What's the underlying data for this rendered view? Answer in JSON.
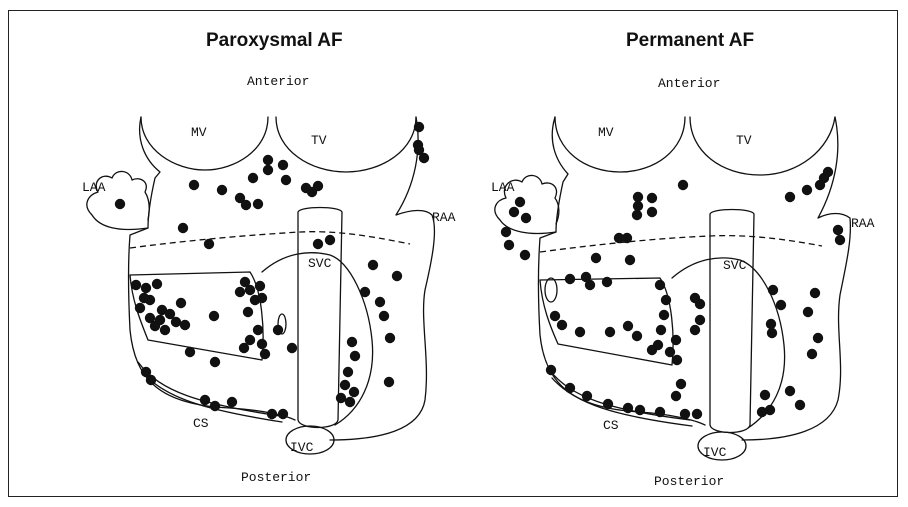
{
  "figure": {
    "panels": [
      {
        "title": "Paroxysmal AF",
        "labels": {
          "anterior": "Anterior",
          "posterior": "Posterior",
          "mv": "MV",
          "tv": "TV",
          "laa": "LAA",
          "raa": "RAA",
          "svc": "SVC",
          "ivc": "IVC",
          "cs": "CS"
        }
      },
      {
        "title": "Permanent AF",
        "labels": {
          "anterior": "Anterior",
          "posterior": "Posterior",
          "mv": "MV",
          "tv": "TV",
          "laa": "LAA",
          "raa": "RAA",
          "svc": "SVC",
          "ivc": "IVC",
          "cs": "CS"
        }
      }
    ],
    "colors": {
      "ink": "#111111",
      "dot": "#111111",
      "background": "#ffffff"
    }
  }
}
